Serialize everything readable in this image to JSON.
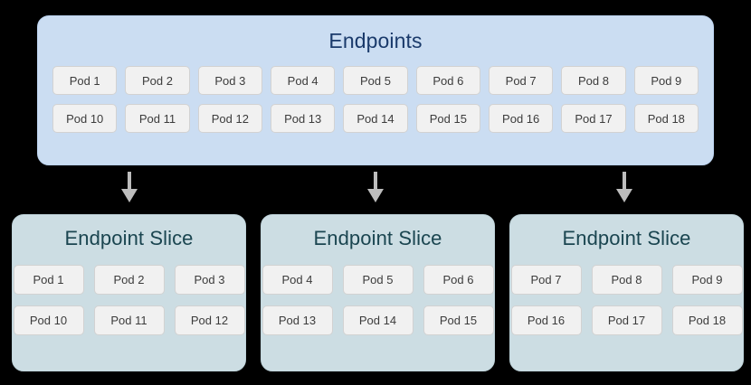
{
  "diagram": {
    "background_color": "#000000",
    "endpoints": {
      "title": "Endpoints",
      "panel_color": "#cbddf2",
      "title_color": "#1a3a6b",
      "rows": [
        [
          "Pod 1",
          "Pod 2",
          "Pod 3",
          "Pod 4",
          "Pod 5",
          "Pod 6",
          "Pod 7",
          "Pod 8",
          "Pod 9"
        ],
        [
          "Pod 10",
          "Pod 11",
          "Pod 12",
          "Pod 13",
          "Pod 14",
          "Pod 15",
          "Pod 16",
          "Pod 17",
          "Pod 18"
        ]
      ]
    },
    "arrows": {
      "color": "#bdbdbd",
      "direction": "down",
      "count": 3
    },
    "slices": [
      {
        "title": "Endpoint Slice",
        "panel_color": "#ccdde3",
        "title_color": "#1a4550",
        "rows": [
          [
            "Pod 1",
            "Pod 2",
            "Pod 3"
          ],
          [
            "Pod 10",
            "Pod 11",
            "Pod 12"
          ]
        ]
      },
      {
        "title": "Endpoint Slice",
        "panel_color": "#ccdde3",
        "title_color": "#1a4550",
        "rows": [
          [
            "Pod 4",
            "Pod 5",
            "Pod 6"
          ],
          [
            "Pod 13",
            "Pod 14",
            "Pod 15"
          ]
        ]
      },
      {
        "title": "Endpoint Slice",
        "panel_color": "#ccdde3",
        "title_color": "#1a4550",
        "rows": [
          [
            "Pod 7",
            "Pod 8",
            "Pod 9"
          ],
          [
            "Pod 16",
            "Pod 17",
            "Pod 18"
          ]
        ]
      }
    ]
  }
}
